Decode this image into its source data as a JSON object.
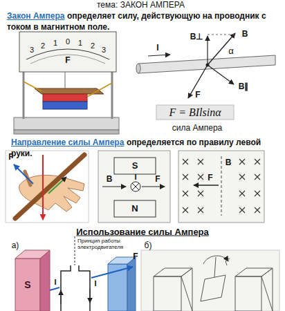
{
  "diagram": {
    "title": "тема: ЗАКОН АМПЕРА",
    "labels": [
      "Закон Ампера",
      "определяет силу, действующую на проводник с током в магнитном поле.",
      "3",
      "2",
      "1",
      "0",
      "1",
      "2",
      "3",
      "F",
      "B⊥",
      "B",
      "I",
      "α",
      "F",
      "B∥",
      "F = BIlsinα",
      "сила Ампера",
      "Направление силы Ампера",
      "определяется по правилу левой руки.",
      "F",
      "S",
      "B",
      "I",
      "F",
      "N",
      "B",
      "F",
      "Использование силы Ампера",
      "а)",
      "Принцип работы электродвигателя",
      "S",
      "I",
      "I",
      "F",
      "б)"
    ]
  }
}
